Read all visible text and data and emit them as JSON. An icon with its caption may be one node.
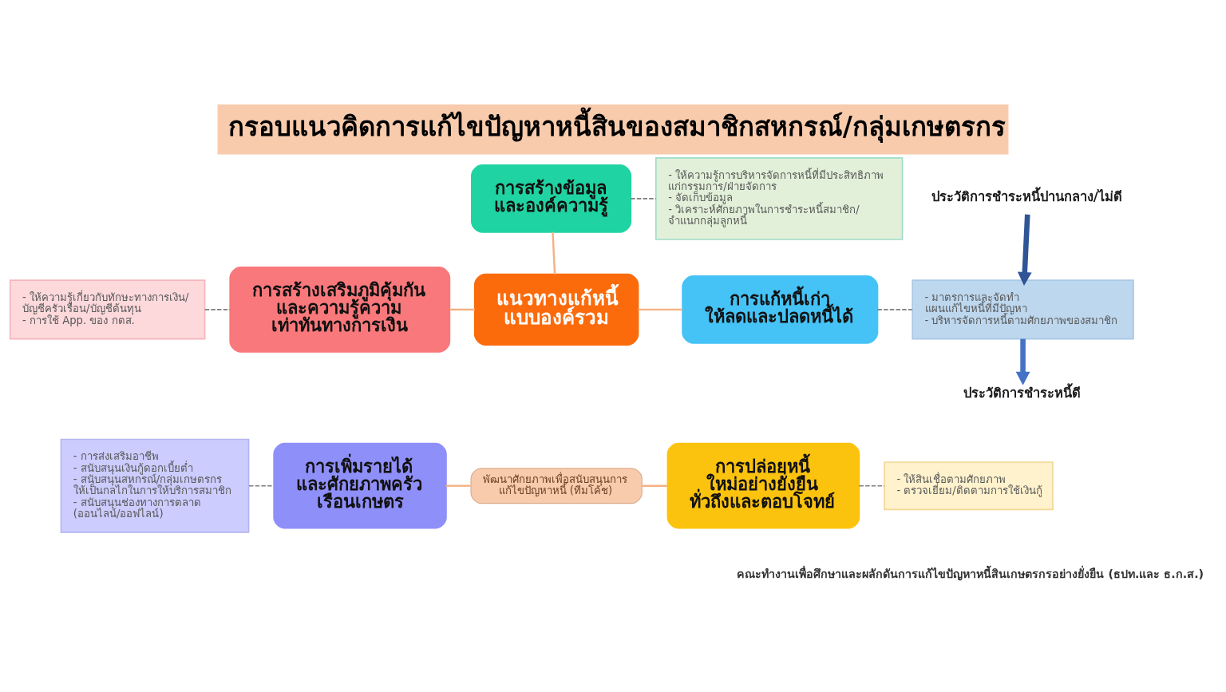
{
  "diagram": {
    "title": "กรอบแนวคิดการแก้ไขปัญหาหนี้สินของสมาชิกสหกรณ์/กลุ่มเกษตรกร",
    "caption": "คณะทำงานเพื่อศึกษาและผลักดันการแก้ไขปัญหาหนี้สินเกษตรกรอย่างยั่งยืน (ธปท.และ ธ.ก.ส.)",
    "nodes": [
      {
        "text": [
          "- ให้ความรู้การบริหารจัดการหนี้ที่มีประสิทธิภาพแก่กรรมการ/ฝ่ายจัดการ",
          "- จัดเก็บข้อมูล",
          "- วิเคราะห์ศักยภาพในการชำระหนี้สมาชิก/จำแนกกลุ่มลูกหนี้"
        ]
      },
      {
        "text": [
          "การสร้างข้อมูลและองค์ความรู้"
        ]
      },
      {
        "text": [
          "- ให้ความรู้เกี่ยวกับทักษะทางการเงิน/บัญชีครัวเรือน/บัญชีต้นทุน",
          "- การใช้ App. ของ กตส."
        ]
      },
      {
        "text": [
          "ประวัติการชำระหนี้ปานกลาง/ไม่ดี"
        ]
      },
      {
        "text": [
          "การสร้างเสริมภูมิคุ้มกันและความรู้ความเท่าทันทางการเงิน"
        ]
      },
      {
        "text": [
          "การแก้หนี้เก่าให้ลดและปลดหนี้ได้"
        ]
      },
      {
        "text": [
          "- มาตรการและจัดทำแผนแก้ไขหนี้ที่มีปัญหา",
          "- บริหารจัดการหนี้ตามศักยภาพของสมาชิก"
        ]
      },
      {
        "text": [
          "แนวทางแก้หนี้แบบองค์รวม"
        ]
      },
      {
        "text": [
          "พัฒนาศักยภาพเพื่อสนับสนุนการแก้ไขปัญหาหนี้ (ทีมโค้ช)"
        ]
      },
      {
        "text": [
          "- การส่งเสริมอาชีพ",
          "- สนับสนุนเงินกู้ดอกเบี้ยต่ำ",
          "- สนับสนุนสหกรณ์/กลุ่มเกษตรกรให้เป็นกลไกในการให้บริการสมาชิก",
          "- สนับสนุนช่องทางการตลาด (ออนไลน์/ออฟไลน์)"
        ]
      },
      {
        "text": [
          "ประวัติการชำระหนี้ดี"
        ]
      },
      {
        "text": [
          "การเพิ่มรายได้และศักยภาพครัวเรือนเกษตร"
        ]
      },
      {
        "text": [
          "การปล่อยหนี้ใหม่อย่างยั่งยืน ทั่วถึงและตอบโจทย์"
        ]
      },
      {
        "text": [
          "- ให้สินเชื่อตามศักยภาพ",
          "- ตรวจเยี่ยม/ติดตามการใช้เงินกู้"
        ]
      }
    ],
    "edges": [
      {
        "from": 1,
        "to": 0,
        "arrow": "none",
        "style": "dashed"
      },
      {
        "from": 2,
        "to": 4,
        "arrow": "none",
        "style": "dashed"
      },
      {
        "from": 1,
        "to": 7,
        "arrow": "none",
        "color": "#f4b183"
      },
      {
        "from": 4,
        "to": 7,
        "arrow": "none",
        "color": "#f4b183"
      },
      {
        "from": 7,
        "to": 5,
        "arrow": "none",
        "color": "#f4b183"
      },
      {
        "from": 5,
        "to": 6,
        "arrow": "none",
        "style": "dashed"
      },
      {
        "from": 3,
        "to": 6,
        "arrow": "to",
        "style": "thick",
        "color": "#2f5597"
      },
      {
        "from": 6,
        "to": 10,
        "arrow": "to",
        "style": "thick",
        "color": "#4472c4"
      },
      {
        "from": 11,
        "to": 8,
        "arrow": "none",
        "color": "#f4b183"
      },
      {
        "from": 8,
        "to": 12,
        "arrow": "none",
        "color": "#f4b183"
      },
      {
        "from": 9,
        "to": 11,
        "arrow": "none",
        "style": "dashed"
      },
      {
        "from": 12,
        "to": 13,
        "arrow": "none",
        "style": "dashed"
      }
    ]
  }
}
